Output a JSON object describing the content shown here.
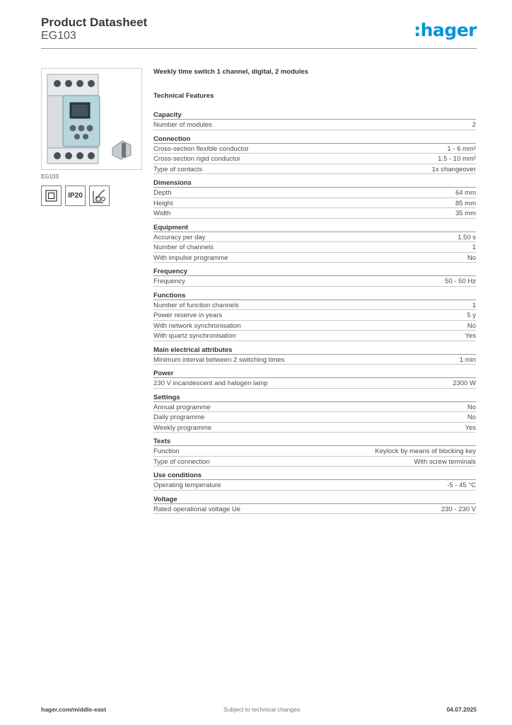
{
  "header": {
    "title": "Product Datasheet",
    "subtitle": "EG103",
    "logo": ":hager"
  },
  "product": {
    "caption": "EG103",
    "badges": [
      "double-insulation-icon",
      "IP20",
      "din-rail-icon"
    ],
    "badge_ip": "IP20"
  },
  "description": "Weekly time switch 1 channel, digital, 2 modules",
  "features_heading": "Technical Features",
  "sections": [
    {
      "title": "Capacity",
      "rows": [
        {
          "label": "Number of modules",
          "value": "2"
        }
      ]
    },
    {
      "title": "Connection",
      "rows": [
        {
          "label": "Cross-section flexible conductor",
          "value": "1 - 6 mm²"
        },
        {
          "label": "Cross-section rigid conductor",
          "value": "1.5 - 10 mm²"
        },
        {
          "label": "Type of contacts",
          "value": "1x changeover"
        }
      ]
    },
    {
      "title": "Dimensions",
      "rows": [
        {
          "label": "Depth",
          "value": "64 mm"
        },
        {
          "label": "Height",
          "value": "85 mm"
        },
        {
          "label": "Width",
          "value": "35 mm"
        }
      ]
    },
    {
      "title": "Equipment",
      "rows": [
        {
          "label": "Accuracy per day",
          "value": "1.50 s"
        },
        {
          "label": "Number of channels",
          "value": "1"
        },
        {
          "label": "With impulse programme",
          "value": "No"
        }
      ]
    },
    {
      "title": "Frequency",
      "rows": [
        {
          "label": "Frequency",
          "value": "50 - 50 Hz"
        }
      ]
    },
    {
      "title": "Functions",
      "rows": [
        {
          "label": "Number of function channels",
          "value": "1"
        },
        {
          "label": "Power reserve in years",
          "value": "5 y"
        },
        {
          "label": "With network synchronisation",
          "value": "No"
        },
        {
          "label": "With quartz synchronisation",
          "value": "Yes"
        }
      ]
    },
    {
      "title": "Main electrical attributes",
      "rows": [
        {
          "label": "Minimum interval between 2 switching times",
          "value": "1 min"
        }
      ]
    },
    {
      "title": "Power",
      "rows": [
        {
          "label": "230 V incandescent and halogen lamp",
          "value": "2300 W"
        }
      ]
    },
    {
      "title": "Settings",
      "rows": [
        {
          "label": "Annual programme",
          "value": "No"
        },
        {
          "label": "Daily programme",
          "value": "No"
        },
        {
          "label": "Weekly programme",
          "value": "Yes"
        }
      ]
    },
    {
      "title": "Texts",
      "rows": [
        {
          "label": "Function",
          "value": "Keylock by means of blocking key"
        },
        {
          "label": "Type of connection",
          "value": "With screw terminals"
        }
      ]
    },
    {
      "title": "Use conditions",
      "rows": [
        {
          "label": "Operating temperature",
          "value": "-5 - 45 °C"
        }
      ]
    },
    {
      "title": "Voltage",
      "rows": [
        {
          "label": "Rated operational voltage Ue",
          "value": "230 - 230 V"
        }
      ]
    }
  ],
  "footer": {
    "website": "hager.com/middle-east",
    "notice": "Subject to technical changes",
    "date": "04.07.2025"
  },
  "colors": {
    "brand": "#0094d9",
    "text": "#3c3c3c",
    "rule": "#9a9a9a"
  }
}
